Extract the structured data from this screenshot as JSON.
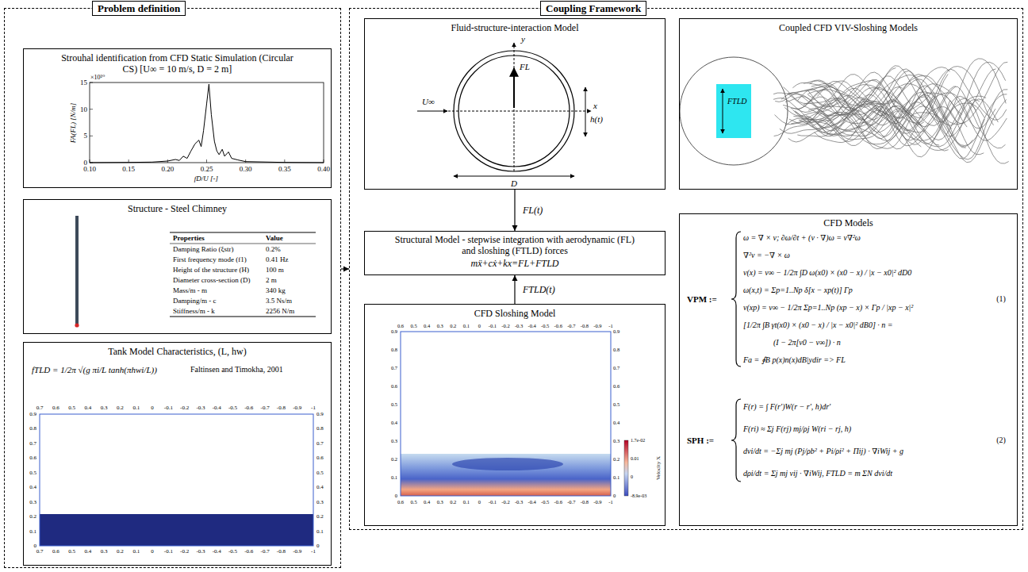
{
  "diagram": {
    "nodes": [
      {
        "text": [
          "Problem definition"
        ]
      },
      {
        "text": [
          "Strouhal identification from CFD Static Simulation (Circular CS) [U∞ = 10 m/s, D = 2 m]"
        ],
        "in": 0
      },
      {
        "text": [
          "Structure - Steel Chimney"
        ],
        "in": 0
      },
      {
        "text": [
          "Tank Model Characteristics, (L, hw)"
        ],
        "in": 0
      },
      {
        "text": [
          "Coupling Framework"
        ]
      },
      {
        "text": [
          "Fluid-structure-interaction Model"
        ],
        "in": 4
      },
      {
        "text": [
          "Coupled CFD VIV-Sloshing Models"
        ],
        "in": 4
      },
      {
        "text": [
          "Structural Model - stepwise integration with aerodynamic (FL) and sloshing (FTLD) forces",
          "mẍ+cẋ+kx=FL+FTLD"
        ],
        "in": 4
      },
      {
        "text": [
          "CFD Models"
        ],
        "in": 4
      },
      {
        "text": [
          "CFD Sloshing Model"
        ],
        "in": 4
      }
    ],
    "edges": [
      {
        "from": 5,
        "to": 7,
        "label": "FL(t)",
        "arrow": "to"
      },
      {
        "from": 9,
        "to": 7,
        "label": "FTLD(t)",
        "arrow": "to"
      },
      {
        "from": 0,
        "to": 4,
        "arrow": "to"
      }
    ],
    "labels": [
      "×10¹⁰",
      "15",
      "10",
      "5",
      "0",
      "0.10",
      "0.15",
      "0.20",
      "0.25",
      "0.30",
      "0.35",
      "0.40",
      "FA(FL) [N/m]",
      "fD/U [-]",
      "Properties",
      "Value",
      "Damping Ratio (ξstr)",
      "0.2%",
      "First frequency mode (f1)",
      "0.41 Hz",
      "Height of the structure (H)",
      "100 m",
      "Diameter cross-section (D)",
      "2 m",
      "Mass/m - m",
      "340 kg",
      "Damping/m - c",
      "3.5 Ns/m",
      "Stiffness/m - k",
      "2256 N/m",
      "fTLD = 1/2π √(g πi/L tanh(πhwi/L))",
      "Faltinsen and Timokha, 2001",
      "0.7",
      "0.6",
      "0.5",
      "0.4",
      "0.3",
      "0.2",
      "0.1",
      "0",
      "-0.1",
      "-0.2",
      "-0.3",
      "-0.4",
      "-0.5",
      "-0.6",
      "-0.7",
      "-0.8",
      "-0.9",
      "-1",
      "0.7",
      "0.6",
      "0.5",
      "0.4",
      "0.3",
      "0.2",
      "0.1",
      "0",
      "-0.1",
      "-0.2",
      "-0.3",
      "-0.4",
      "-0.5",
      "-0.6",
      "-0.7",
      "-0.8",
      "-0.9",
      "-1",
      "0.9",
      "0.8",
      "0.7",
      "0.6",
      "0.5",
      "0.4",
      "0.3",
      "0.2",
      "0.1",
      "0",
      "0.9",
      "0.8",
      "0.7",
      "0.6",
      "0.5",
      "0.4",
      "0.3",
      "0.2",
      "0.1",
      "0",
      "y",
      "x",
      "FL",
      "h(t)",
      "D",
      "U∞",
      "FTLD",
      "0.6",
      "0.5",
      "0.4",
      "0.3",
      "0.2",
      "0.1",
      "0",
      "-0.1",
      "-0.2",
      "-0.3",
      "-0.4",
      "-0.5",
      "-0.6",
      "-0.7",
      "-0.8",
      "-0.9",
      "-1",
      "0.6",
      "0.5",
      "0.4",
      "0.3",
      "0.2",
      "0.1",
      "0",
      "-0.1",
      "-0.2",
      "-0.3",
      "-0.4",
      "-0.5",
      "-0.6",
      "-0.7",
      "-0.8",
      "-0.9",
      "-1",
      "0.9",
      "0.8",
      "0.7",
      "0.6",
      "0.5",
      "0.4",
      "0.3",
      "0.2",
      "0.1",
      "0",
      "0.9",
      "0.8",
      "0.7",
      "0.6",
      "0.5",
      "0.4",
      "0.3",
      "0.2",
      "0.1",
      "0",
      "1.7e-02",
      "0.01",
      "0",
      "-8.9e-03",
      "Velocity X",
      "VPM :=",
      "ω = ∇ × v;   ∂ω/∂t + (v · ∇)ω = ν∇²ω",
      "∇²v = −∇ × ω",
      "v(x) = v∞ − 1/2π ∫D ω(x0) × (x0 − x) / |x − x0|² dD0",
      "ω(x,t) = Σp=1..Np δ[x − xp(t)] Γp",
      "v(xp) = v∞ − 1/2π Σp=1..Np (xp − x) × Γp / |xp − x|²",
      "[1/2π ∫B γt(x0) × (x0 − x) / |x − x0|² dB0] · n =",
      "(I − 2π[v0 − v∞]) · n",
      "Fa = ∮B p(x)n(x)dB|ydir => FL",
      "(1)",
      "SPH :=",
      "F(r) = ∫ F(r′)W(r − r′, h)dr′",
      "F(ri) ≈ Σj F(rj) mj/ρj W(ri − rj, h)",
      "dvi/dt = −Σj mj (Pj/ρb² + Pi/ρi² + Πij) · ∇iWij + g",
      "dρi/dt = Σj mj vij · ∇iWij,   FTLD = m ΣN dvi/dt",
      "(2)"
    ]
  }
}
